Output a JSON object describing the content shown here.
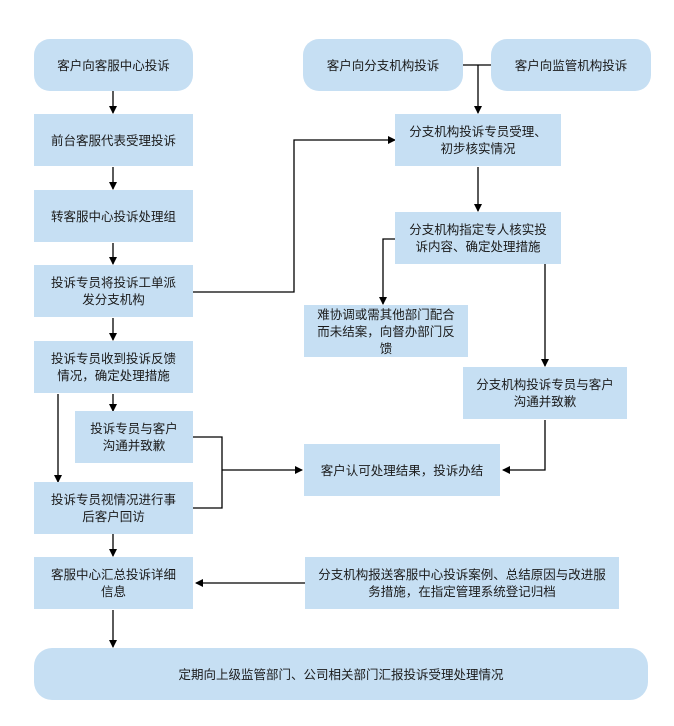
{
  "diagram": {
    "type": "flowchart",
    "colors": {
      "node_fill": "#c6dff3",
      "line": "#000000",
      "text": "#1a1a1a"
    },
    "nodes": {
      "n1": "客户向客服中心投诉",
      "n2": "前台客服代表受理投诉",
      "n3": "转客服中心投诉处理组",
      "n4": "投诉专员将投诉工单派发分支机构",
      "n5": "投诉专员收到投诉反馈情况，确定处理措施",
      "n6": "投诉专员与客户沟通并致歉",
      "n7": "投诉专员视情况进行事后客户回访",
      "n8": "客服中心汇总投诉详细信息",
      "n9": "定期向上级监管部门、公司相关部门汇报投诉受理处理情况",
      "r1": "客户向分支机构投诉",
      "r2": "客户向监管机构投诉",
      "r3": "分支机构投诉专员受理、初步核实情况",
      "r4": "分支机构指定专人核实投诉内容、确定处理措施",
      "r5": "难协调或需其他部门配合而未结案，向督办部门反馈",
      "r6": "分支机构投诉专员与客户沟通并致歉",
      "r7": "客户认可处理结果，投诉办结",
      "r8": "分支机构报送客服中心投诉案例、总结原因与改进服务措施，在指定管理系统登记归档"
    },
    "edges": [
      [
        "n1",
        "n2"
      ],
      [
        "n2",
        "n3"
      ],
      [
        "n3",
        "n4"
      ],
      [
        "n4",
        "r3"
      ],
      [
        "n4",
        "n5"
      ],
      [
        "n5",
        "n6"
      ],
      [
        "n5",
        "n7"
      ],
      [
        "n6",
        "r7"
      ],
      [
        "n7",
        "r7"
      ],
      [
        "n7",
        "n8"
      ],
      [
        "n8",
        "n9"
      ],
      [
        "r1",
        "r3"
      ],
      [
        "r2",
        "r3"
      ],
      [
        "r3",
        "r4"
      ],
      [
        "r4",
        "r5"
      ],
      [
        "r4",
        "r6"
      ],
      [
        "r6",
        "r7"
      ],
      [
        "r8",
        "n8"
      ]
    ]
  }
}
